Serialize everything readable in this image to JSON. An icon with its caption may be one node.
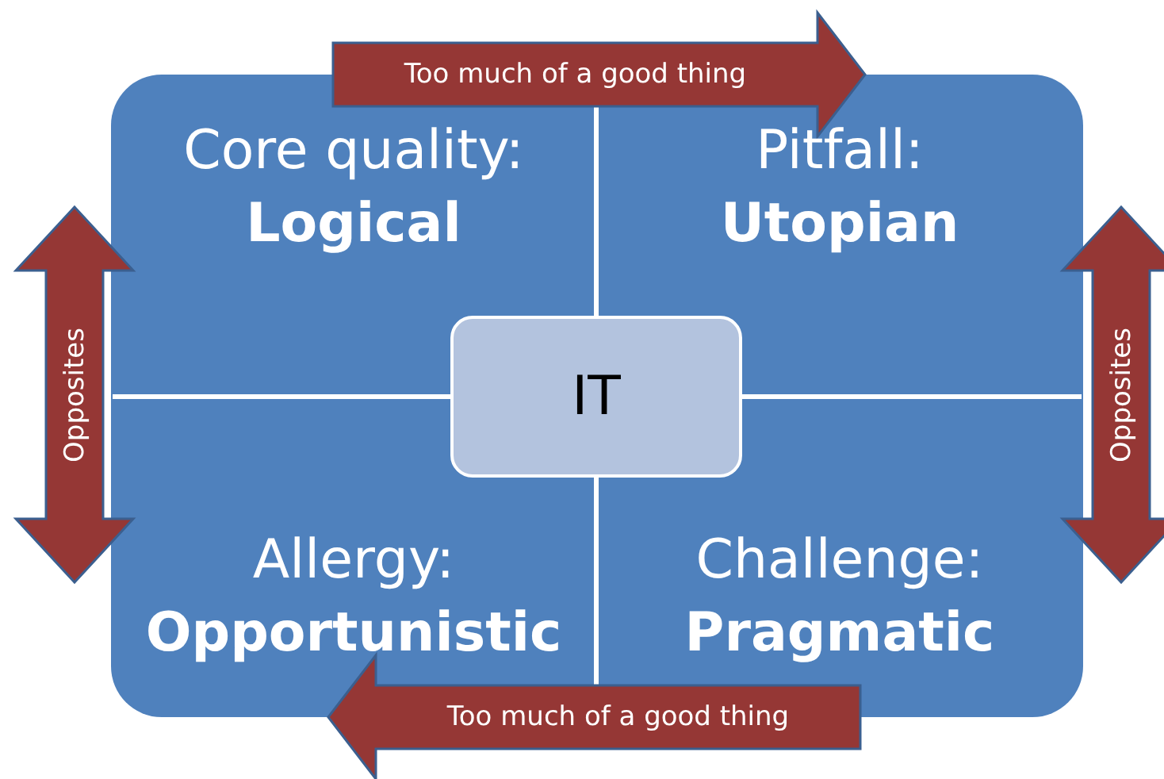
{
  "diagram": {
    "nodes": [
      {
        "text": [
          "Core quality:",
          "Logical"
        ]
      },
      {
        "text": [
          "Pitfall:",
          "Utopian"
        ]
      },
      {
        "text": [
          "Allergy:",
          "Opportunistic"
        ]
      },
      {
        "text": [
          "Challenge:",
          "Pragmatic"
        ]
      },
      {
        "text": [
          "IT"
        ]
      }
    ],
    "edges": [
      {
        "from": 0,
        "to": 1,
        "arrow": "to",
        "label": "Too much of a good thing"
      },
      {
        "from": 3,
        "to": 2,
        "arrow": "to",
        "label": "Too much of a good thing"
      },
      {
        "from": 0,
        "to": 2,
        "arrow": "both",
        "label": "Opposites"
      },
      {
        "from": 1,
        "to": 3,
        "arrow": "both",
        "label": "Opposites"
      }
    ]
  }
}
